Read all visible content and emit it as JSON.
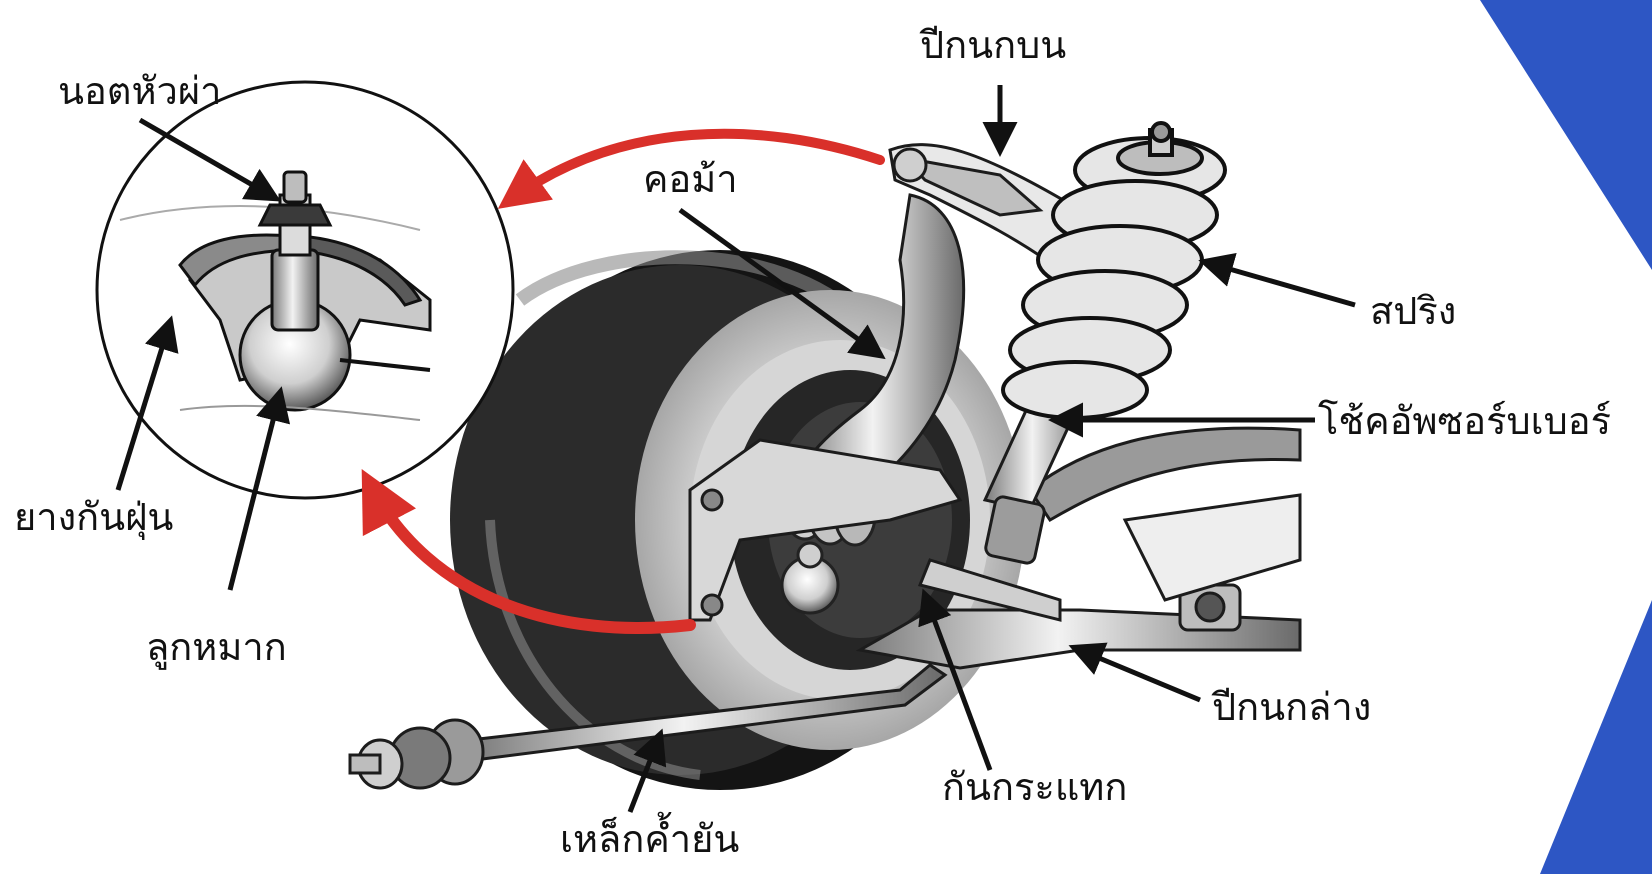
{
  "colors": {
    "accent_blue": "#2d56c4",
    "red_arrow": "#d9302a",
    "ink": "#111111",
    "tire": "#1a1a1a",
    "metal_light": "#e6e6e6",
    "metal_mid": "#bdbdbd",
    "metal_dark": "#6e6e6e"
  },
  "labels": {
    "cotter_nut": "นอตหัวผ่า",
    "dust_boot": "ยางกันฝุ่น",
    "ball_joint": "ลูกหมาก",
    "spindle": "คอม้า",
    "upper_arm": "ปีกนกบน",
    "spring": "สปริง",
    "shock_absorber": "โช้คอัพซอร์บเบอร์",
    "lower_arm": "ปีกนกล่าง",
    "stabilizer": "กันกระแทก",
    "tie_rod": "เหล็กค้ำยัน"
  },
  "icons": {
    "detail_arrow": "curved-red-arrow",
    "pointer": "black-arrow"
  }
}
